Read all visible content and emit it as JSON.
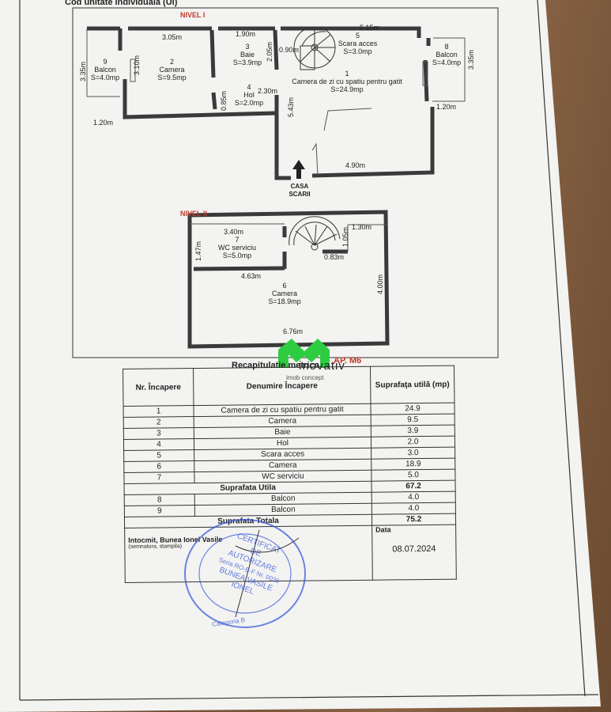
{
  "document": {
    "header": "Cod unitate individuala (UI)",
    "apartment": "AP. M6"
  },
  "levels": [
    {
      "name": "NIVEL I",
      "rooms": [
        {
          "num": "9",
          "name": "Balcon",
          "area": "S=4.0mp"
        },
        {
          "num": "2",
          "name": "Camera",
          "area": "S=9.5mp"
        },
        {
          "num": "3",
          "name": "Baie",
          "area": "S=3.9mp"
        },
        {
          "num": "4",
          "name": "Hol",
          "area": "S=2.0mp"
        },
        {
          "num": "5",
          "name": "Scara acces",
          "area": "S=3.0mp"
        },
        {
          "num": "1",
          "name": "Camera de zi cu spatiu pentru gatit",
          "area": "S=24.9mp"
        },
        {
          "num": "8",
          "name": "Balcon",
          "area": "S=4.0mp"
        }
      ],
      "dimensions": [
        "3.05m",
        "1.90m",
        "5.15m",
        "3.35m",
        "3.10m",
        "2.05m",
        "0.90m",
        "3.35m",
        "0.85m",
        "2.30m",
        "5.43m",
        "1.20m",
        "1.20m",
        "4.90m"
      ],
      "stair_label": "CASA SCARII"
    },
    {
      "name": "NIVEL II",
      "rooms": [
        {
          "num": "7",
          "name": "WC serviciu",
          "area": "S=5.0mp"
        },
        {
          "num": "6",
          "name": "Camera",
          "area": "S=18.9mp"
        }
      ],
      "dimensions": [
        "3.40m",
        "1.30m",
        "1.47m",
        "1.05m",
        "0.83m",
        "4.63m",
        "4.00m",
        "6.76m"
      ]
    }
  ],
  "logo": {
    "name": "inovativ",
    "tagline": "imob concept"
  },
  "recap": {
    "title": "Recapitulatie metrica",
    "headers": [
      "Nr. Încapere",
      "Denumire Încapere",
      "Suprafaţa utilă (mp)"
    ],
    "rows": [
      {
        "nr": "1",
        "name": "Camera de zi cu spatiu pentru gatit",
        "area": "24.9"
      },
      {
        "nr": "2",
        "name": "Camera",
        "area": "9.5"
      },
      {
        "nr": "3",
        "name": "Baie",
        "area": "3.9"
      },
      {
        "nr": "4",
        "name": "Hol",
        "area": "2.0"
      },
      {
        "nr": "5",
        "name": "Scara acces",
        "area": "3.0"
      },
      {
        "nr": "6",
        "name": "Camera",
        "area": "18.9"
      },
      {
        "nr": "7",
        "name": "WC serviciu",
        "area": "5.0"
      }
    ],
    "subtotal": {
      "label": "Suprafata Utila",
      "value": "67.2"
    },
    "balcony_rows": [
      {
        "nr": "8",
        "name": "Balcon",
        "area": "4.0"
      },
      {
        "nr": "9",
        "name": "Balcon",
        "area": "4.0"
      }
    ],
    "total": {
      "label": "Suprafata Totala",
      "value": "75.2"
    },
    "author_label": "Intocmit, Bunea Ionel Vasile",
    "signature_note": "(semnatura, stampila)",
    "date_label": "Data",
    "date": "08.07.2024"
  },
  "stamp": {
    "lines": [
      "CERTIFICAT",
      "DE",
      "AUTORIZARE",
      "Seria RO-B-F Nr. 0026",
      "BUNEA VASILE",
      "IONEL",
      "Categoria B"
    ]
  },
  "colors": {
    "wall": "#3a3a3a",
    "nivel_label": "#c0392b",
    "logo_green": "#2ecc40",
    "stamp": "#3b5bdb"
  }
}
